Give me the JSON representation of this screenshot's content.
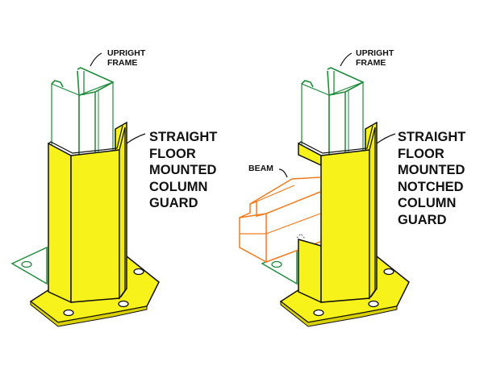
{
  "colors": {
    "guard": "#f7f21a",
    "upright": "#1f8a3c",
    "beam": "#f07a1e",
    "outline": "#111111"
  },
  "left_figure": {
    "upright_label": [
      "UPRIGHT",
      "FRAME"
    ],
    "guard_label": [
      "STRAIGHT",
      "FLOOR",
      "MOUNTED",
      "COLUMN",
      "GUARD"
    ]
  },
  "right_figure": {
    "upright_label": [
      "UPRIGHT",
      "FRAME"
    ],
    "beam_label": "BEAM",
    "guard_label": [
      "STRAIGHT",
      "FLOOR",
      "MOUNTED",
      "NOTCHED",
      "COLUMN",
      "GUARD"
    ]
  }
}
